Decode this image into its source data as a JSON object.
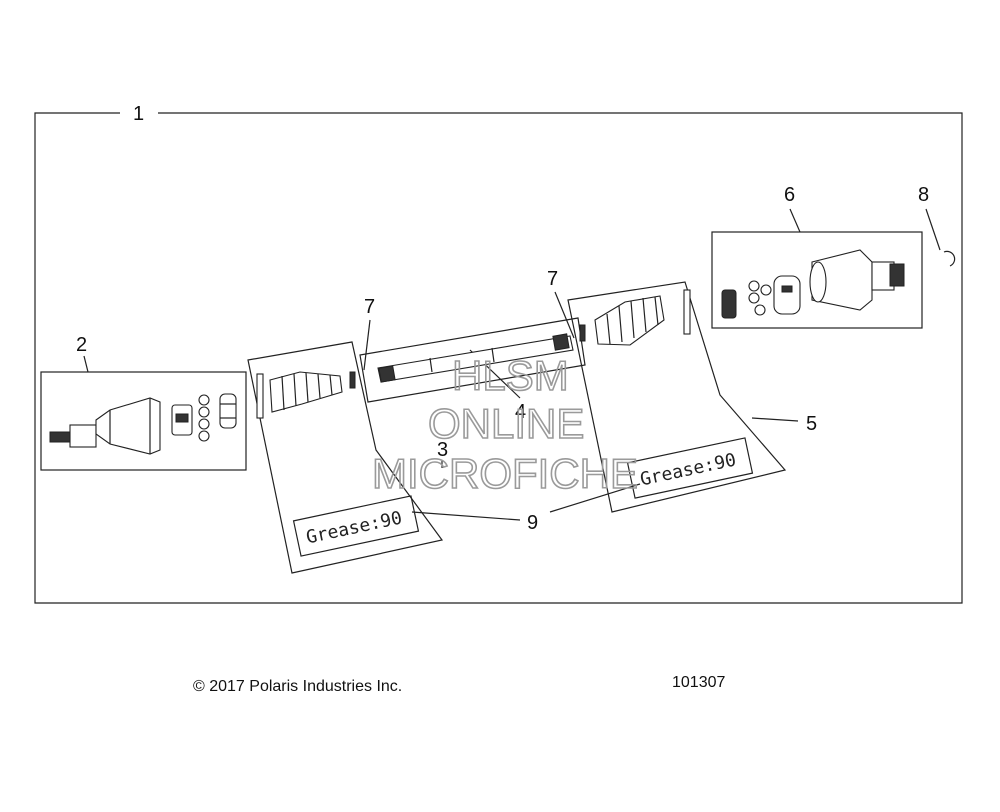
{
  "callouts": {
    "c1": "1",
    "c2": "2",
    "c3": "3",
    "c4": "4",
    "c5": "5",
    "c6": "6",
    "c7a": "7",
    "c7b": "7",
    "c8": "8",
    "c9": "9"
  },
  "labels": {
    "grease_left": "Grease:90",
    "grease_right": "Grease:90"
  },
  "watermark": {
    "line1": "HLSM",
    "line2": "ONLINE",
    "line3": "MICROFICHE"
  },
  "footer": {
    "copyright": "© 2017 Polaris Industries Inc.",
    "diagram_number": "101307"
  }
}
